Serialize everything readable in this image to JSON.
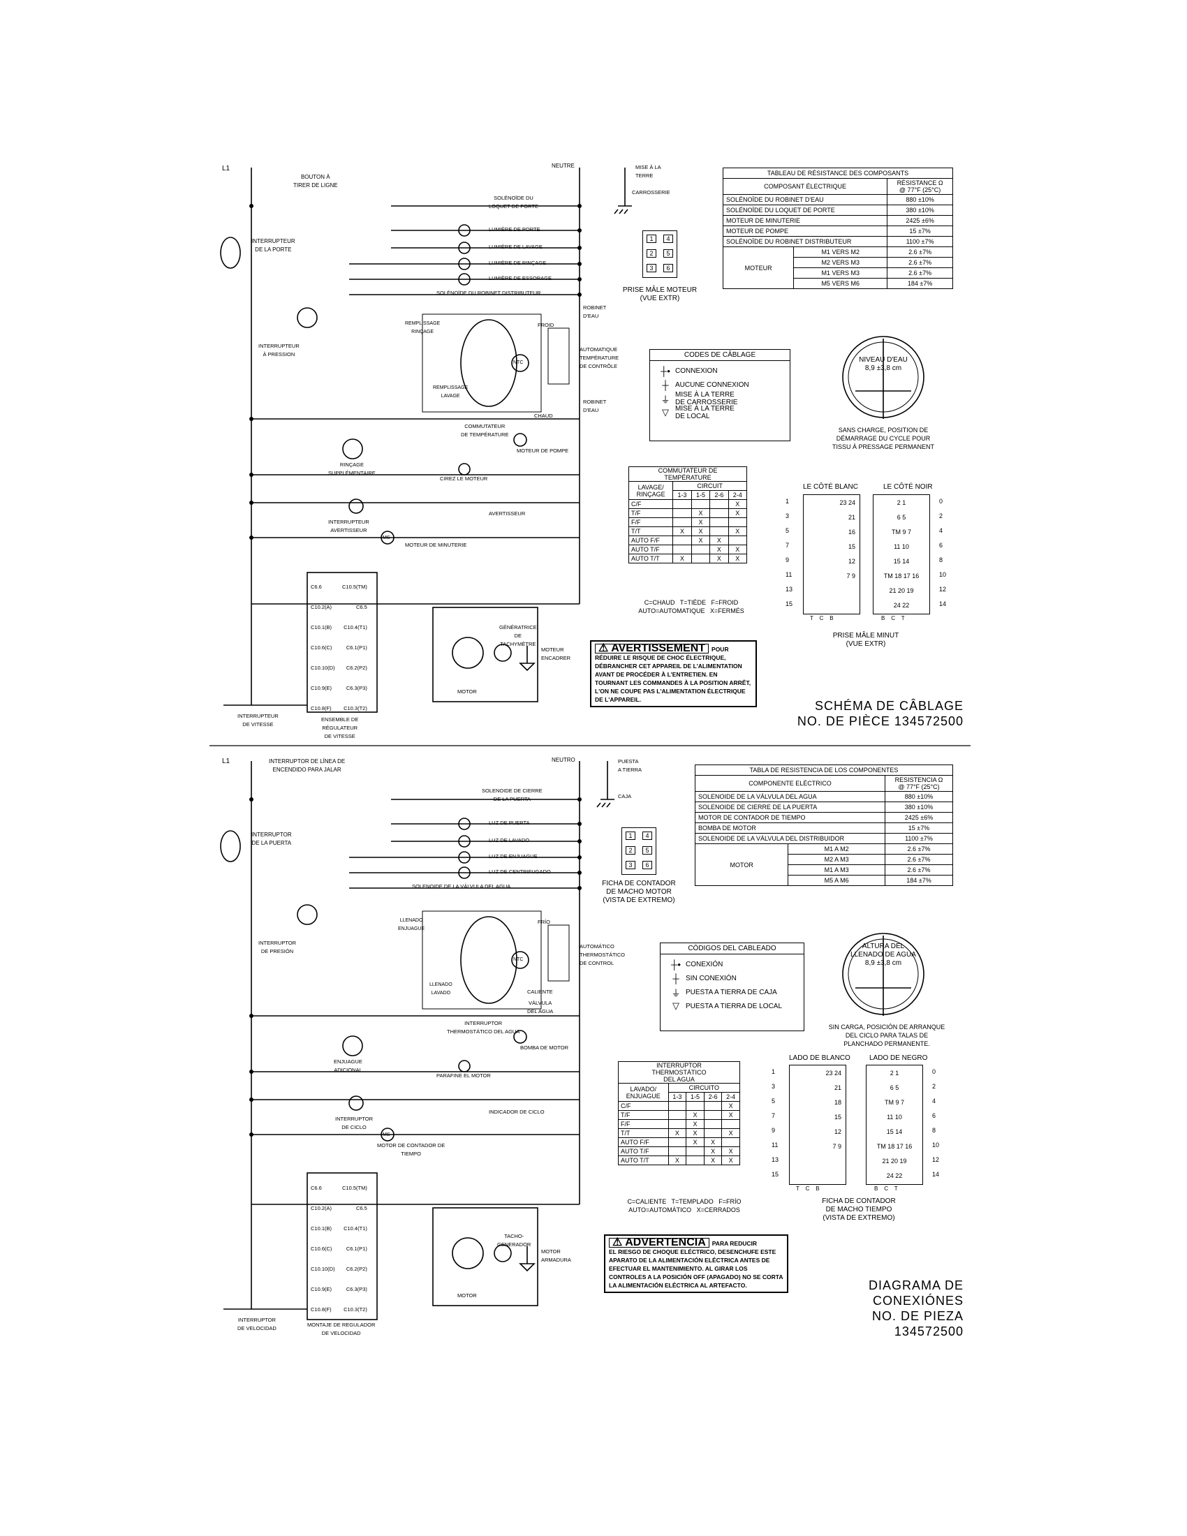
{
  "fr": {
    "schematic_labels": {
      "l1": "L1",
      "neutral": "NEUTRE",
      "line_button": "BOUTON À\nTIRER DE LIGNE",
      "door_switch": "INTERRUPTEUR\nDE LA PORTE",
      "door_lock": "SOLÉNOÏDE DU\nLOQUET DE PORTE",
      "door_light": "LUMIÈRE DE PORTE",
      "wash_light": "LUMIÈRE DE LAVAGE",
      "rinse_light": "LUMIÈRE DE RINÇAGE",
      "spin_light": "LUMIÈRE DE ESSORAGE",
      "dispenser": "SOLÉNOÏDE DU ROBINET DISTRIBUTEUR",
      "pressure_switch": "INTERRUPTEUR\nÀ PRESSION",
      "cold_valve": "ROBINET\nD'EAU",
      "cold": "FROID",
      "hot": "CHAUD",
      "hot_valve": "ROBINET\nD'EAU",
      "thermo": "AUTOMATIQUE\nTEMPÉRATURE\nDE CONTRÔLE",
      "temp_switch": "COMMUTATEUR\nDE TEMPÉRATURE",
      "ntc": "NTC",
      "pump_motor": "MOTEUR DE POMPE",
      "extra_rinse": "RINÇAGE\nSUPPLÉMENTAIRE",
      "wax_motor": "CIREZ LE MOTEUR",
      "buzzer": "AVERTISSEUR",
      "buzzer_switch": "INTERRUPTEUR\nAVERTISSEUR",
      "timer_motor": "MOTEUR DE MINUTERIE",
      "ms": "MS",
      "tacho": "GÉNÉRATRICE\nDE\nTACHYMÈTRE",
      "motor": "MOTOR",
      "motor_frame": "MOTEUR\nENCADRER",
      "speed_switch": "INTERRUPTEUR\nDE VITESSE",
      "speed_control": "ENSEMBLE DE\nRÉGULATEUR\nDE VITESSE",
      "fill_rinse": "REMPLISSAGE\nRINÇAGE",
      "fill_wash": "REMPLISSAGE\nLAVAGE",
      "ground_cab": "MISE À LA\nTERRE",
      "cabinet": "CARROSSERIE",
      "terminals_left": [
        "C6.6",
        "C10.2(A)",
        "C10.1(B)",
        "C10.6(C)",
        "C10.10(D)",
        "C10.9(E)",
        "C10.8(F)"
      ],
      "terminals_right": [
        "C10.5(TM)",
        "C6.5",
        "C10.4(T1)",
        "C6.1(P1)",
        "C6.2(P2)",
        "C6.3(P3)",
        "C10.3(T2)"
      ]
    },
    "resistance_table": {
      "title": "TABLEAU DE RÉSISTANCE DES COMPOSANTS",
      "col_component": "COMPOSANT ÉLECTRIQUE",
      "col_resistance": "RÉSISTANCE Ω\n@ 77°F (25°C)",
      "rows": [
        [
          "SOLÉNOÏDE DU ROBINET D'EAU",
          "880 ±10%"
        ],
        [
          "SOLÉNOÏDE DU LOQUET DE PORTE",
          "380 ±10%"
        ],
        [
          "MOTEUR DE MINUTERIE",
          "2425 ±6%"
        ],
        [
          "MOTEUR DE POMPE",
          "15 ±7%"
        ],
        [
          "SOLÉNOÏDE DU ROBINET DISTRIBUTEUR",
          "1100 ±7%"
        ]
      ],
      "motor_label": "MOTEUR",
      "motor_rows": [
        [
          "M1 VERS M2",
          "2.6 ±7%"
        ],
        [
          "M2 VERS M3",
          "2.6 ±7%"
        ],
        [
          "M1 VERS M3",
          "2.6 ±7%"
        ],
        [
          "M5 VERS M6",
          "184 ±7%"
        ]
      ]
    },
    "motor_plug": {
      "pins": [
        "1",
        "4",
        "2",
        "5",
        "3",
        "6"
      ],
      "caption": "PRISE MÂLE MOTEUR\n(VUE EXTR)"
    },
    "wiring_codes": {
      "title": "CODES DE CÂBLAGE",
      "items": [
        {
          "icon": "connection-icon",
          "label": "CONNEXION"
        },
        {
          "icon": "no-connection-icon",
          "label": "AUCUNE CONNEXION"
        },
        {
          "icon": "cabinet-ground-icon",
          "label": "MISE À LA TERRE\nDE CARROSSERIE"
        },
        {
          "icon": "local-ground-icon",
          "label": "MISE À LA TERRE\nDE LOCAL"
        }
      ]
    },
    "water_level": {
      "label": "NIVEAU D'EAU\n8,9 ±3,8 cm",
      "caption": "SANS CHARGE, POSITION DE\nDÉMARRAGE DU CYCLE POUR\nTISSU À PRESSAGE PERMANENT"
    },
    "temp_switch_table": {
      "title": "COMMUTATEUR DE\nTEMPÉRATURE",
      "circuit": "CIRCUIT",
      "row_head": "LAVAGE/\nRINÇAGE",
      "cols": [
        "1-3",
        "1-5",
        "2-6",
        "2-4"
      ],
      "rows": [
        [
          "C/F",
          "",
          "",
          "",
          "X"
        ],
        [
          "T/F",
          "",
          "X",
          "",
          "X"
        ],
        [
          "F/F",
          "",
          "X",
          "",
          ""
        ],
        [
          "T/T",
          "X",
          "X",
          "",
          "X"
        ],
        [
          "AUTO F/F",
          "",
          "X",
          "X",
          ""
        ],
        [
          "AUTO T/F",
          "",
          "",
          "X",
          "X"
        ],
        [
          "AUTO T/T",
          "X",
          "",
          "X",
          "X"
        ]
      ],
      "legend": "C=CHAUD   T=TIÈDE   F=FROID\nAUTO=AUTOMATIQUE   X=FERMÉS"
    },
    "timer_plug": {
      "white_side": "LE CÔTÉ BLANC",
      "black_side": "LE CÔTÉ NOIR",
      "left_numbers": [
        "1",
        "3",
        "5",
        "7",
        "9",
        "11",
        "13",
        "15"
      ],
      "right_numbers": [
        "0",
        "2",
        "4",
        "6",
        "8",
        "10",
        "12",
        "14"
      ],
      "white_bottom": "T    C    B",
      "black_bottom": "B    C    T",
      "white_pins": [
        "23 24",
        "21",
        "16",
        "15",
        "12",
        "7  9",
        "",
        ""
      ],
      "black_pins": [
        "2  1",
        "6  5",
        "TM 9  7",
        "11 10",
        "15 14",
        "TM 18 17 16",
        "21 20 19",
        "24  22"
      ],
      "caption": "PRISE MÂLE MINUT\n(VUE EXTR)"
    },
    "warning": {
      "header": "AVERTISSEMENT",
      "lead": "POUR",
      "text": "RÉDUIRE LE RISQUE DE CHOC ÉLECTRIQUE, DÉBRANCHER CET APPAREIL DE L'ALIMENTATION AVANT DE PROCÉDER À L'ENTRETIEN. EN TOURNANT LES COMMANDES À LA POSITION ARRÊT, L'ON NE COUPE PAS L'ALIMENTATION ÉLECTRIQUE DE L'APPAREIL."
    },
    "title": "SCHÉMA DE CÂBLAGE\nNO. DE PIÈCE 134572500"
  },
  "es": {
    "schematic_labels": {
      "l1": "L1",
      "neutral": "NEUTRO",
      "line_button": "INTERRUPTOR DE LÍNEA DE\nENCENDIDO PARA JALAR",
      "door_switch": "INTERRUPTOR\nDE LA PUERTA",
      "door_lock": "SOLENOIDE DE CIERRE\nDE LA PUERTA",
      "door_light": "LUZ DE PUERTA",
      "wash_light": "LUZ DE LAVADO",
      "rinse_light": "LUZ DE ENJUAGUE",
      "spin_light": "LUZ DE CENTRIFUGADO",
      "dispenser": "SOLENOIDE DE LA VÁLVULA DEL AGUA",
      "pressure_switch": "INTERRUPTOR\nDE PRESIÓN",
      "cold": "FRÍO",
      "hot": "CALIENTE",
      "hot_valve": "VÁLVULA\nDEL AGUA",
      "thermo": "AUTOMÁTICO\nTHERMOSTÁTICO\nDE CONTROL",
      "temp_switch": "INTERRUPTOR\nTHERMOSTÁTICO DEL AGUA",
      "ntc": "NTC",
      "pump_motor": "BOMBA DE MOTOR",
      "extra_rinse": "ENJUAGUE\nADICIONAL",
      "wax_motor": "PARAFINE EL MOTOR",
      "buzzer": "INDICADOR DE CICLO",
      "buzzer_switch": "INTERRUPTOR\nDE CICLO",
      "timer_motor": "MOTOR DE CONTADOR DE\nTIEMPO",
      "ms": "MS",
      "tacho": "TACHO-\nGENERADOR",
      "motor": "MOTOR",
      "motor_frame": "MOTOR\nARMADURA",
      "speed_switch": "INTERRUPTOR\nDE VELOCIDAD",
      "speed_control": "MONTAJE DE REGULADOR\nDE VELOCIDAD",
      "fill_rinse": "LLENADO\nENJUAGUE",
      "fill_wash": "LLENADO\nLAVADO",
      "ground_cab": "PUESTA\nA TIERRA",
      "cabinet": "CAJA",
      "terminals_left": [
        "C6.6",
        "C10.2(A)",
        "C10.1(B)",
        "C10.6(C)",
        "C10.10(D)",
        "C10.9(E)",
        "C10.8(F)"
      ],
      "terminals_right": [
        "C10.5(TM)",
        "C6.5",
        "C10.4(T1)",
        "C6.1(P1)",
        "C6.2(P2)",
        "C6.3(P3)",
        "C10.3(T2)"
      ]
    },
    "resistance_table": {
      "title": "TABLA DE RESISTENCIA DE LOS COMPONENTES",
      "col_component": "COMPONENTE ELÉCTRICO",
      "col_resistance": "RESISTENCIA Ω\n@ 77°F (25°C)",
      "rows": [
        [
          "SOLENOIDE DE LA VÁLVULA DEL AGUA",
          "880 ±10%"
        ],
        [
          "SOLENOIDE DE CIERRE DE LA PUERTA",
          "380 ±10%"
        ],
        [
          "MOTOR DE CONTADOR DE TIEMPO",
          "2425 ±6%"
        ],
        [
          "BOMBA DE MOTOR",
          "15 ±7%"
        ],
        [
          "SOLENOIDE DE LA VÁLVULA DEL DISTRIBUIDOR",
          "1100 ±7%"
        ]
      ],
      "motor_label": "MOTOR",
      "motor_rows": [
        [
          "M1 A M2",
          "2.6 ±7%"
        ],
        [
          "M2 A M3",
          "2.6 ±7%"
        ],
        [
          "M1 A M3",
          "2.6 ±7%"
        ],
        [
          "M5 A M6",
          "184 ±7%"
        ]
      ]
    },
    "motor_plug": {
      "pins": [
        "1",
        "4",
        "2",
        "5",
        "3",
        "6"
      ],
      "caption": "FICHA DE CONTADOR\nDE MACHO MOTOR\n(VISTA DE EXTREMO)"
    },
    "wiring_codes": {
      "title": "CÓDIGOS DEL CABLEADO",
      "items": [
        {
          "icon": "connection-icon",
          "label": "CONEXIÓN"
        },
        {
          "icon": "no-connection-icon",
          "label": "SIN CONEXIÓN"
        },
        {
          "icon": "cabinet-ground-icon",
          "label": "PUESTA A TIERRA DE CAJA"
        },
        {
          "icon": "local-ground-icon",
          "label": "PUESTA A TIERRA DE LOCAL"
        }
      ]
    },
    "water_level": {
      "label": "ALTURA DEL\nLLENADO DE AGUA\n8,9 ±3,8 cm",
      "caption": "SIN CARGA, POSICIÓN DE ARRANQUE\nDEL CICLO PARA TALAS DE\nPLANCHADO PERMANENTE."
    },
    "temp_switch_table": {
      "title": "INTERRUPTOR\nTHERMOSTÁTICO\nDEL AGUA",
      "circuit": "CIRCUITO",
      "row_head": "LAVADO/\nENJUAGUE",
      "cols": [
        "1-3",
        "1-5",
        "2-6",
        "2-4"
      ],
      "rows": [
        [
          "C/F",
          "",
          "",
          "",
          "X"
        ],
        [
          "T/F",
          "",
          "X",
          "",
          "X"
        ],
        [
          "F/F",
          "",
          "X",
          "",
          ""
        ],
        [
          "T/T",
          "X",
          "X",
          "",
          "X"
        ],
        [
          "AUTO F/F",
          "",
          "X",
          "X",
          ""
        ],
        [
          "AUTO T/F",
          "",
          "",
          "X",
          "X"
        ],
        [
          "AUTO T/T",
          "X",
          "",
          "X",
          "X"
        ]
      ],
      "legend": "C=CALIENTE   T=TEMPLADO   F=FRÍO\nAUTO=AUTOMÁTICO   X=CERRADOS"
    },
    "timer_plug": {
      "white_side": "LADO DE BLANCO",
      "black_side": "LADO DE NEGRO",
      "left_numbers": [
        "1",
        "3",
        "5",
        "7",
        "9",
        "11",
        "13",
        "15"
      ],
      "right_numbers": [
        "0",
        "2",
        "4",
        "6",
        "8",
        "10",
        "12",
        "14"
      ],
      "white_bottom": "T    C    B",
      "black_bottom": "B    C    T",
      "white_pins": [
        "23 24",
        "21",
        "18",
        "15",
        "12",
        "7  9",
        "",
        ""
      ],
      "black_pins": [
        "2  1",
        "6  5",
        "TM 9  7",
        "11 10",
        "15 14",
        "TM 18 17 16",
        "21 20 19",
        "24  22"
      ],
      "caption": "FICHA DE CONTADOR\nDE MACHO TIEMPO\n(VISTA DE EXTREMO)"
    },
    "warning": {
      "header": "ADVERTENCIA",
      "lead": "PARA REDUCIR",
      "text": "EL RIESGO DE CHOQUE ELÉCTRICO, DESENCHUFE ESTE APARATO DE LA ALIMENTACIÓN ELÉCTRICA ANTES DE EFECTUAR EL MANTENIMIENTO. AL GIRAR LOS CONTROLES A LA POSICIÓN OFF (APAGADO) NO SE CORTA LA ALIMENTACIÓN ELÉCTRICA AL ARTEFACTO."
    },
    "title": "DIAGRAMA DE\nCONEXIÓNES\nNO. DE PIEZA\n134572500"
  }
}
